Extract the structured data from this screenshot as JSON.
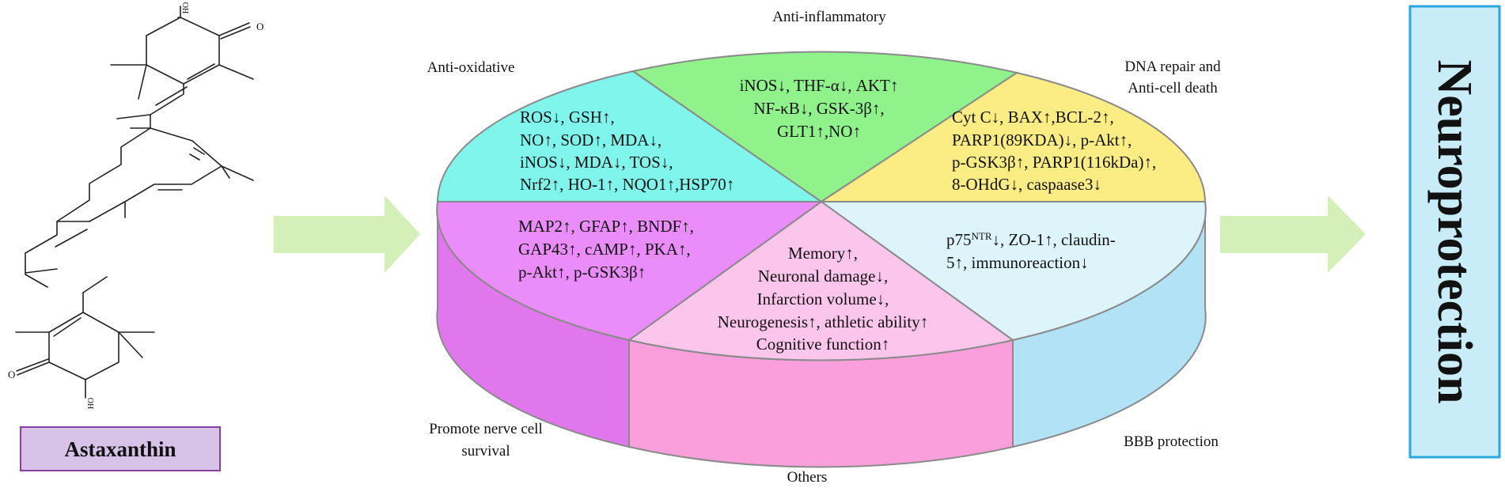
{
  "compound": {
    "label": "Astaxanthin",
    "label_bg": "#d8c3e8",
    "label_border": "#8a3fa8",
    "oh_label": "OH",
    "o_label": "O"
  },
  "outcome": {
    "label": "Neuroprotection",
    "bg": "#c8ecf8",
    "border": "#2aa7de"
  },
  "arrow_color": "#d4f0b8",
  "categories": {
    "anti_oxidative": {
      "title": "Anti-oxidative",
      "color": "#7ff5ec",
      "lines": [
        "ROS↓,  GSH↑,",
        "NO↑, SOD↑, MDA↓,",
        "iNOS↓, MDA↓, TOS↓,",
        "Nrf2↑, HO-1↑, NQO1↑,HSP70↑"
      ]
    },
    "anti_inflammatory": {
      "title": "Anti-inflammatory",
      "color": "#8ff28a",
      "lines": [
        "iNOS↓, THF-α↓, AKT↑",
        "NF-κB↓, GSK-3β↑,",
        "GLT1↑,NO↑"
      ]
    },
    "dna_repair": {
      "title_line1": "DNA repair and",
      "title_line2": "Anti-cell death",
      "color": "#fbec84",
      "lines": [
        "Cyt C↓, BAX↑,BCL-2↑,",
        "PARP1(89KDA)↓, p-Akt↑,",
        "p-GSK3β↑, PARP1(116kDa)↑,",
        "8-OHdG↓, caspaase3↓"
      ]
    },
    "bbb_protection": {
      "title": "BBB protection",
      "color": "#ddf4fb",
      "side_color": "#b2e2f5",
      "line1_a": "p75",
      "line1_sup": "NTR",
      "line1_b": "↓, ZO-1↑, claudin-",
      "line2": "5↑, immunoreaction↓"
    },
    "others": {
      "title": "Others",
      "color": "#fcc6ec",
      "side_color": "#f9a0dc",
      "lines": [
        "Memory↑,",
        "Neuronal damage↓,",
        "Infarction volume↓,",
        "Neurogenesis↑, athletic ability↑",
        "Cognitive function↑"
      ]
    },
    "nerve_survival": {
      "title_line1": "Promote nerve cell",
      "title_line2": "survival",
      "color": "#ea8cf9",
      "side_color": "#e077ed",
      "lines": [
        "MAP2↑, GFAP↑, BNDF↑,",
        "GAP43↑, cAMP↑, PKA↑,",
        "p-Akt↑, p-GSK3β↑"
      ]
    }
  }
}
